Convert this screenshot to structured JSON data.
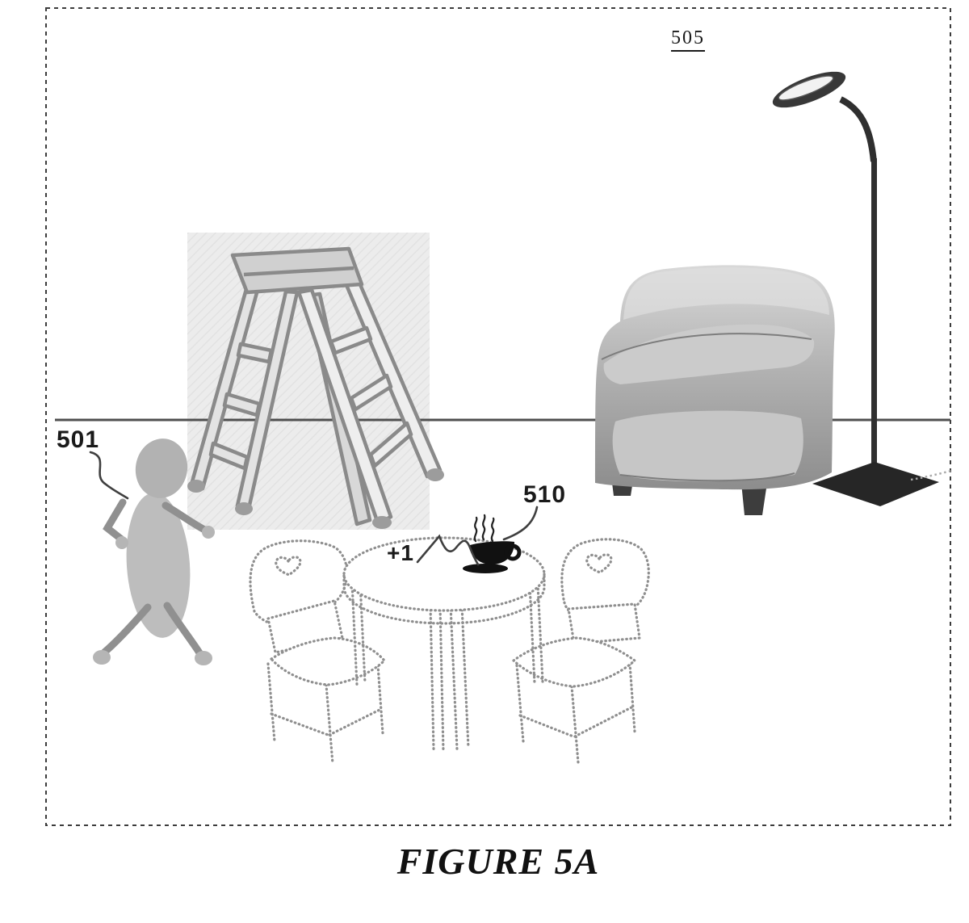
{
  "figure": {
    "caption": "FIGURE 5A",
    "labels": {
      "scene_ref": "505",
      "person_ref": "501",
      "cup_ref": "510",
      "annotation": "+1"
    },
    "colors": {
      "ink": "#1a1a1a",
      "sketch_gray": "#8f8f8f",
      "halftone_gray": "#aaaaaa",
      "shade_patch": "#ececec",
      "lamp_dark": "#2f2f2f"
    }
  }
}
